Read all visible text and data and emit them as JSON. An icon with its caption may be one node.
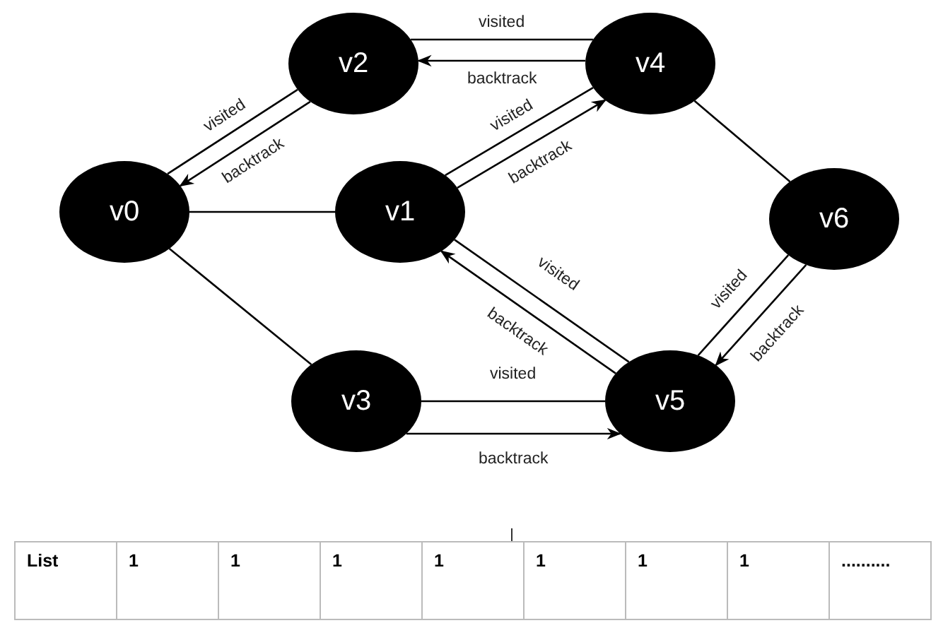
{
  "diagram": {
    "nodes": [
      {
        "text": [
          "v2"
        ]
      },
      {
        "text": [
          "v4"
        ]
      },
      {
        "text": [
          "v0"
        ]
      },
      {
        "text": [
          "v1"
        ]
      },
      {
        "text": [
          "v6"
        ]
      },
      {
        "text": [
          "v3"
        ]
      },
      {
        "text": [
          "v5"
        ]
      }
    ],
    "edges": [
      {
        "from": 0,
        "to": 1,
        "arrow": "none",
        "label": "visited"
      },
      {
        "from": 1,
        "to": 0,
        "arrow": "to",
        "label": "backtrack"
      },
      {
        "from": 0,
        "to": 2,
        "arrow": "none",
        "label": "visited"
      },
      {
        "from": 0,
        "to": 2,
        "arrow": "to",
        "label": "backtrack"
      },
      {
        "from": 2,
        "to": 3,
        "arrow": "none"
      },
      {
        "from": 2,
        "to": 5,
        "arrow": "none"
      },
      {
        "from": 3,
        "to": 1,
        "arrow": "none",
        "label": "visited"
      },
      {
        "from": 3,
        "to": 1,
        "arrow": "to",
        "label": "backtrack"
      },
      {
        "from": 1,
        "to": 4,
        "arrow": "none"
      },
      {
        "from": 3,
        "to": 6,
        "arrow": "none",
        "label": "visited"
      },
      {
        "from": 6,
        "to": 3,
        "arrow": "to",
        "label": "backtrack"
      },
      {
        "from": 4,
        "to": 6,
        "arrow": "none",
        "label": "visited"
      },
      {
        "from": 4,
        "to": 6,
        "arrow": "to",
        "label": "backtrack"
      },
      {
        "from": 5,
        "to": 6,
        "arrow": "none",
        "label": "visited"
      },
      {
        "from": 5,
        "to": 6,
        "arrow": "to",
        "label": "backtrack"
      }
    ],
    "labels": [
      "List",
      "1",
      "1",
      "1",
      "1",
      "1",
      "1",
      "1",
      ".........."
    ]
  }
}
